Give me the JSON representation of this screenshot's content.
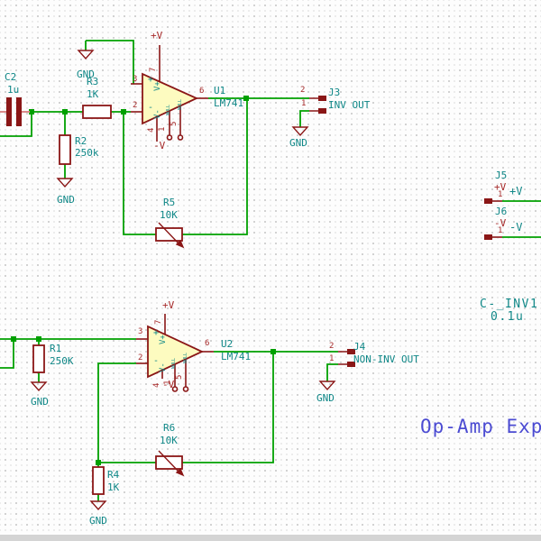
{
  "title_text": "Op-Amp Exp",
  "colors": {
    "wire_green": "#00a000",
    "symbol_maroon": "#8a1616",
    "pin_number_red": "#a62a2a",
    "label_teal": "#0f8787",
    "title_blue": "#4b4bd2",
    "opamp_fill_yellow": "#fdfbc0"
  },
  "power": {
    "gnd": "GND",
    "plus_v": "+V",
    "minus_v": "-V"
  },
  "pins": {
    "p1": "1",
    "p2": "2",
    "p3": "3",
    "p4": "4",
    "p5": "5",
    "p6": "6",
    "p7": "7"
  },
  "opamp": {
    "plus": "+",
    "minus": "-",
    "vplus": "V+",
    "vminus": "V-",
    "null_label": "NULL"
  },
  "components": {
    "C2": {
      "ref": "C2",
      "value": "1u"
    },
    "R1": {
      "ref": "R1",
      "value": "250K"
    },
    "R2": {
      "ref": "R2",
      "value": "250k"
    },
    "R3": {
      "ref": "R3",
      "value": "1K"
    },
    "R4": {
      "ref": "R4",
      "value": "1K"
    },
    "R5": {
      "ref": "R5",
      "value": "10K"
    },
    "R6": {
      "ref": "R6",
      "value": "10K"
    },
    "U1": {
      "ref": "U1",
      "value": "LM741"
    },
    "U2": {
      "ref": "U2",
      "value": "LM741"
    },
    "J3": {
      "ref": "J3",
      "value": "INV OUT"
    },
    "J4": {
      "ref": "J4",
      "value": "NON-INV OUT"
    },
    "J5": {
      "ref": "J5",
      "value": "+V"
    },
    "J6": {
      "ref": "J6",
      "value": "-V"
    },
    "C_INV1": {
      "ref": "C-_INV1",
      "value": "0.1u"
    }
  }
}
